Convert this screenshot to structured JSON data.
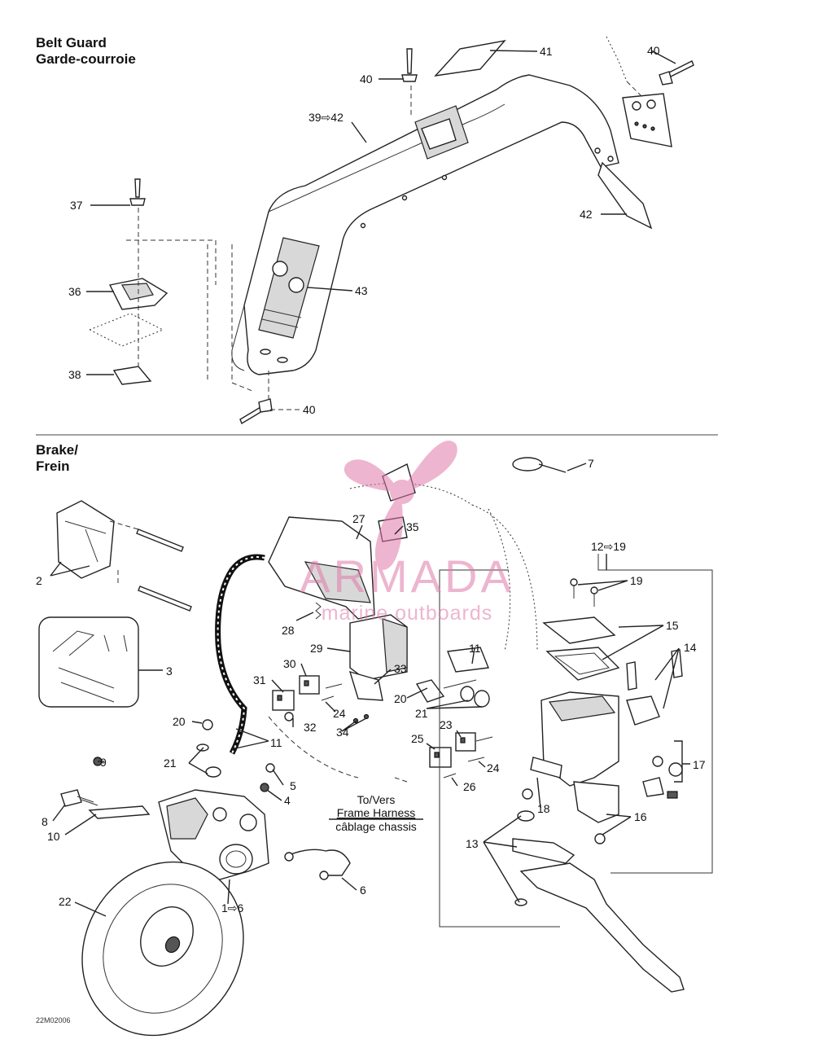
{
  "sections": {
    "belt_guard": {
      "title_en": "Belt Guard",
      "title_fr": "Garde-courroie"
    },
    "brake": {
      "title_en": "Brake/",
      "title_fr": "Frein"
    }
  },
  "callouts": {
    "c41": "41",
    "c40a": "40",
    "c40b": "40",
    "c39": "39⇨42",
    "c37": "37",
    "c42": "42",
    "c36": "36",
    "c43": "43",
    "c38": "38",
    "c40c": "40",
    "c7": "7",
    "c27": "27",
    "c35": "35",
    "c12": "12⇨19",
    "c19": "19",
    "c2": "2",
    "c28": "28",
    "c15": "15",
    "c14": "14",
    "c29": "29",
    "c11a": "11",
    "c30": "30",
    "c3": "3",
    "c31": "31",
    "c33": "33",
    "c20a": "20",
    "c24a": "24",
    "c21a": "21",
    "c32": "32",
    "c34": "34",
    "c20b": "20",
    "c11b": "11",
    "c23": "23",
    "c9": "9",
    "c25": "25",
    "c21b": "21",
    "c24b": "24",
    "c17": "17",
    "c5": "5",
    "c26": "26",
    "c4": "4",
    "c18": "18",
    "c16": "16",
    "c8": "8",
    "c10": "10",
    "c13": "13",
    "c6": "6",
    "c22": "22",
    "c1": "1⇨6"
  },
  "note": {
    "line1": "To/Vers",
    "line2": "Frame Harness",
    "line3": "câblage chassis"
  },
  "ref_code": "22M02006",
  "watermark": {
    "brand": "ARMADA",
    "tagline": "marine outboards",
    "color": "#e07aa8"
  }
}
